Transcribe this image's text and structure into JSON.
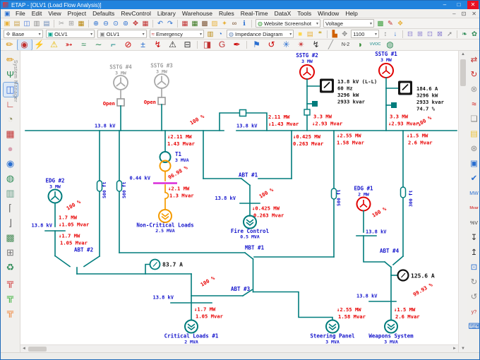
{
  "window": {
    "title": "ETAP  - [OLV1 (Load Flow Analysis)]",
    "controls": {
      "min": "–",
      "max": "□",
      "close": "✕"
    }
  },
  "menu": {
    "items": [
      {
        "m": "File"
      },
      {
        "m": "Edit"
      },
      {
        "m": "View"
      },
      {
        "m": "Project"
      },
      {
        "m": "Defaults"
      },
      {
        "m": "RevControl"
      },
      {
        "m": "Library"
      },
      {
        "m": "Warehouse"
      },
      {
        "m": "Rules"
      },
      {
        "m": "Real-Time"
      },
      {
        "m": "DataX"
      },
      {
        "m": "Tools"
      },
      {
        "m": "Window"
      },
      {
        "m": "Help"
      }
    ],
    "controls": {
      "min": "–",
      "max": "⊡",
      "close": "✕"
    }
  },
  "toolbar1": {
    "items": [
      {
        "g": "▣",
        "c": "#e8b23d",
        "n": "new"
      },
      {
        "g": "▤",
        "c": "#caa24a",
        "n": "open"
      },
      {
        "g": "◫",
        "c": "#3a6fd8",
        "n": "save"
      },
      {
        "g": "▥",
        "c": "#8a8a8a",
        "n": "print"
      },
      {
        "g": "▤",
        "c": "#6a8ab8",
        "n": "print-preview"
      },
      {
        "sep": true
      },
      {
        "g": "✂",
        "c": "#9a9a9a",
        "n": "cut"
      },
      {
        "g": "⊞",
        "c": "#9a9a9a",
        "n": "copy"
      },
      {
        "g": "▦",
        "c": "#b8860b",
        "n": "paste"
      },
      {
        "sep": true
      },
      {
        "g": "⊕",
        "c": "#2a6fd0",
        "n": "zoom-in"
      },
      {
        "g": "⊖",
        "c": "#2a6fd0",
        "n": "zoom-out"
      },
      {
        "g": "⊙",
        "c": "#2a6fd0",
        "n": "zoom-fit"
      },
      {
        "g": "⊚",
        "c": "#2a6fd0",
        "n": "zoom-window"
      },
      {
        "g": "✥",
        "c": "#c03030",
        "n": "pan"
      },
      {
        "g": "▦",
        "c": "#c03030",
        "n": "grid"
      },
      {
        "sep": true
      },
      {
        "g": "↶",
        "c": "#2a6fd0",
        "n": "undo"
      },
      {
        "g": "↷",
        "c": "#2a6fd0",
        "n": "redo"
      },
      {
        "sep": true
      },
      {
        "g": "▦",
        "c": "#c03030",
        "n": "datablock-red"
      },
      {
        "g": "▦",
        "c": "#38761d",
        "n": "datablock-green"
      },
      {
        "g": "▩",
        "c": "#7a5230",
        "n": "table-view"
      },
      {
        "g": "▨",
        "c": "#e8b23d",
        "n": "hybrid-view"
      },
      {
        "g": "✦",
        "c": "#e8b23d",
        "n": "key-unlock"
      },
      {
        "g": "∞",
        "c": "#7a5230",
        "n": "find-binoculars"
      },
      {
        "g": "ℹ",
        "c": "#2a6fd0",
        "n": "help-info"
      },
      {
        "sep": true
      },
      {
        "label": "Website Screenshot",
        "n": "theme-combo",
        "w": 92,
        "ic": "◍",
        "icc": "#3a9d3a"
      },
      {
        "label": "Voltage",
        "n": "display-mode-combo",
        "w": 72
      },
      {
        "g": "▩",
        "c": "#3a9d3a",
        "n": "color-theme"
      },
      {
        "g": "✎",
        "c": "#c03030",
        "n": "annotate-pencil"
      },
      {
        "g": "❖",
        "c": "#e8b23d",
        "n": "palette"
      }
    ]
  },
  "toolbar2": {
    "items": [
      {
        "label": "Base",
        "n": "revision-combo",
        "w": 56,
        "ic": "❖",
        "icc": "#888888"
      },
      {
        "label": "OLV1",
        "n": "presentation-combo",
        "w": 70,
        "ic": "▣",
        "icc": "#00a089"
      },
      {
        "label": "OLV1",
        "n": "view-combo",
        "w": 70,
        "ic": "▣",
        "icc": "#888888"
      },
      {
        "label": "Emergency",
        "n": "loading-category-combo",
        "w": 78,
        "ic": "≈",
        "icc": "#c03030"
      },
      {
        "g": "▥",
        "c": "#b8860b",
        "n": "paste-format"
      },
      {
        "g": "◔",
        "c": "#2a6fd0",
        "n": "refresh-view"
      },
      {
        "label": "Impedance Diagram",
        "n": "diagram-type-combo",
        "w": 96,
        "ic": "◍",
        "icc": "#6a8ab8"
      },
      {
        "g": "■",
        "c": "#ffd84d",
        "n": "highlight"
      },
      {
        "g": "▤",
        "c": "#e8b23d",
        "n": "folder-view"
      },
      {
        "g": "❝",
        "c": "#caa520",
        "n": "comment-bubble"
      },
      {
        "sep": true
      },
      {
        "g": "▙",
        "c": "#d06000",
        "n": "chart-tool"
      },
      {
        "g": "✥",
        "c": "#888888",
        "n": "pan-tool"
      },
      {
        "label": "1100",
        "n": "zoom-level-combo",
        "w": 40
      },
      {
        "g": "↕",
        "c": "#888888",
        "n": "fit-page"
      },
      {
        "g": "↓",
        "c": "#2a6fd0",
        "n": "scroll-down-tool"
      },
      {
        "sep": true
      },
      {
        "g": "⊟",
        "c": "#8a7fd0",
        "n": "align-top"
      },
      {
        "g": "⊞",
        "c": "#8a7fd0",
        "n": "align-mid"
      },
      {
        "g": "⊡",
        "c": "#8a7fd0",
        "n": "align-left"
      },
      {
        "g": "⊠",
        "c": "#8a7fd0",
        "n": "align-right"
      },
      {
        "g": "➚",
        "c": "#888888",
        "n": "pin-tool"
      },
      {
        "sep": true
      },
      {
        "g": "❧",
        "c": "#2e8b57",
        "n": "energy-saving"
      },
      {
        "g": "✿",
        "c": "#2e8b57",
        "n": "green-mode"
      }
    ]
  },
  "toolbar3": {
    "items": [
      {
        "g": "✏",
        "c": "#d98e00",
        "n": "edit-pencil"
      },
      {
        "g": "◉",
        "c": "#c03030",
        "n": "load-flow-mode",
        "sel": true
      },
      {
        "g": "⚡",
        "c": "#cc0000",
        "n": "short-circuit"
      },
      {
        "g": "⚠",
        "c": "#e8b800",
        "n": "arc-flash"
      },
      {
        "g": "➳",
        "c": "#cc0000",
        "n": "motor-acceleration"
      },
      {
        "g": "≈",
        "c": "#2e8b57",
        "n": "harmonics"
      },
      {
        "g": "∼",
        "c": "#2e8b57",
        "n": "transient-stability"
      },
      {
        "g": "⌐",
        "c": "#008080",
        "n": "star-protection"
      },
      {
        "g": "⊘",
        "c": "#cc0000",
        "n": "device-coordination"
      },
      {
        "g": "±",
        "c": "#2a6fd0",
        "n": "optimal-power-flow"
      },
      {
        "g": "↯",
        "c": "#cc0000",
        "n": "unbalanced-load-flow"
      },
      {
        "g": "⚠",
        "c": "#222222",
        "n": "dc-arc-flash"
      },
      {
        "g": "⊟",
        "c": "#333333",
        "n": "battery-sizing"
      },
      {
        "sep": true
      },
      {
        "g": "◨",
        "c": "#c03030",
        "n": "panel-systems"
      },
      {
        "g": "G",
        "c": "#c03030",
        "n": "gap-analysis"
      },
      {
        "g": "✒",
        "c": "#cc0000",
        "n": "rule-book"
      },
      {
        "sep": true
      },
      {
        "g": "⚑",
        "c": "#2a6fd0",
        "n": "flag-study"
      },
      {
        "g": "↺",
        "c": "#cc0000",
        "n": "switching-sequence"
      },
      {
        "g": "✳",
        "c": "#2a6fd0",
        "n": "star-view"
      },
      {
        "g": "✴",
        "c": "#cc4444",
        "n": "star-auto"
      },
      {
        "g": "↯",
        "c": "#333333",
        "n": "impedance-z"
      },
      {
        "g": "╱",
        "c": "#999999",
        "n": "slash-tool"
      },
      {
        "g": "N-2",
        "fs": 7,
        "c": "#333333",
        "n": "n-minus-2"
      },
      {
        "g": "◗",
        "c": "#3a8d3a",
        "n": "validate"
      },
      {
        "g": "VVOC",
        "fs": 5.5,
        "c": "#008080",
        "n": "vvoc"
      },
      {
        "g": "◍",
        "c": "#2e8b57",
        "n": "globe-analysis"
      }
    ]
  },
  "left_strip": {
    "label": "System Manager",
    "si": "SI",
    "items": [
      {
        "g": "✏",
        "c": "#d98e00",
        "n": "edit-mode"
      },
      {
        "g": "Ψ",
        "c": "#2e8b57",
        "n": "project-tree"
      },
      {
        "g": "◫",
        "c": "#3a6fd8",
        "n": "one-line-view",
        "sel": true
      },
      {
        "g": "∟",
        "c": "#c03030",
        "n": "cable-raceway"
      },
      {
        "g": "◔",
        "c": "#8a8a5a",
        "n": "ground-grid"
      },
      {
        "g": "▦",
        "c": "#c03030",
        "n": "datablock-grid"
      },
      {
        "g": "●",
        "c": "#d8a0b0",
        "n": "dashboard"
      },
      {
        "g": "◉",
        "c": "#2a6fd0",
        "n": "geo-sphere"
      },
      {
        "g": "◍",
        "c": "#2e8b57",
        "n": "globe-map"
      },
      {
        "g": "▥",
        "c": "#6aa08a",
        "n": "layer-stack"
      },
      {
        "g": "⌈",
        "c": "#666666",
        "n": "cable-pull-1"
      },
      {
        "g": "⌋",
        "c": "#666666",
        "n": "cable-pull-2"
      },
      {
        "g": "▩",
        "c": "#4a8d5a",
        "n": "gis-map"
      },
      {
        "g": "⊞",
        "c": "#777777",
        "n": "control-panel"
      },
      {
        "g": "♻",
        "c": "#2e8b57",
        "n": "recycle-bin"
      },
      {
        "g": "╦",
        "c": "#cc2222",
        "n": "tree-red"
      },
      {
        "g": "╦",
        "c": "#22aa22",
        "n": "tree-green"
      },
      {
        "g": "╦",
        "c": "#ee7722",
        "n": "tree-orange"
      }
    ]
  },
  "right_strip": {
    "items": [
      {
        "g": "⇄",
        "c": "#c03030",
        "n": "pv-exchange"
      },
      {
        "g": "↻",
        "c": "#cc2222",
        "n": "rotate-refresh"
      },
      {
        "g": "⊗",
        "c": "#999999",
        "n": "remove"
      },
      {
        "g": "≈",
        "c": "#cc0000",
        "n": "waveform"
      },
      {
        "g": "❏",
        "c": "#888888",
        "n": "report-doc"
      },
      {
        "g": "▤",
        "c": "#e8c23d",
        "n": "folder-query"
      },
      {
        "g": "⊛",
        "c": "#888888",
        "n": "settings-doc"
      },
      {
        "g": "▣",
        "c": "#2a6fd0",
        "n": "monitor"
      },
      {
        "g": "✔",
        "c": "#2a6fd0",
        "n": "update-check"
      },
      {
        "g": "MW",
        "fs": 7,
        "c": "#2a6fd0",
        "n": "mw-display"
      },
      {
        "g": "Mvar",
        "fs": 5.5,
        "c": "#cc0000",
        "n": "mvar-display"
      },
      {
        "g": "%V",
        "fs": 7,
        "c": "#333333",
        "n": "voltage-percent"
      },
      {
        "g": "↧",
        "c": "#333333",
        "n": "pin-marker"
      },
      {
        "g": "↥",
        "c": "#333333",
        "n": "pin-marker-2"
      },
      {
        "g": "⊡",
        "c": "#2a6fd0",
        "n": "battery-pack"
      },
      {
        "g": "↻",
        "c": "#888888",
        "n": "cycle-1"
      },
      {
        "g": "↺",
        "c": "#888888",
        "n": "cycle-2"
      },
      {
        "g": "y?",
        "fs": 7,
        "c": "#c03030",
        "n": "variable-query"
      },
      {
        "g": "⌨",
        "c": "#2a6fd0",
        "n": "keypad"
      }
    ]
  },
  "oneline": {
    "gen_sstg4": {
      "name": "SSTG #4",
      "mw": "3 MW"
    },
    "gen_sstg3": {
      "name": "SSTG #3",
      "mw": "3 MW"
    },
    "gen_sstg2": {
      "name": "SSTG #2",
      "mw": "3 MW"
    },
    "gen_sstg1": {
      "name": "SSTG #1",
      "mw": "3 MW"
    },
    "gen_edg2": {
      "name": "EDG #2",
      "mw": "3 MW"
    },
    "gen_edg1": {
      "name": "EDG #1",
      "mw": "2 MW"
    },
    "open1": "Open",
    "open2": "Open",
    "meter1": [
      "13.8 kV (L-L)",
      "60 Hz",
      "3296 kW",
      "2933 kvar"
    ],
    "meter2": [
      "184.6 A",
      "3296 kW",
      "2933 kvar",
      "74.7 %"
    ],
    "am1": "83.7 A",
    "am2": "125.6 A",
    "t1": {
      "name": "T1",
      "mva": "3 MVA"
    },
    "load_ncl": {
      "name": "Non-Critical Loads",
      "mva": "2.5 MVA"
    },
    "load_fire": {
      "name": "Fire Control",
      "mva": "0.5 MVA"
    },
    "load_crit": {
      "name": "Critical Loads #1",
      "mva": "2 MVA"
    },
    "load_steer": {
      "name": "Steering Panel",
      "mva": "3 MVA"
    },
    "load_weap": {
      "name": "Weapons System",
      "mva": "3 MVA"
    },
    "sw_abt1": "ABT #1",
    "sw_abt2": "ABT #2",
    "sw_abt3": "ABT #3",
    "sw_abt4": "ABT #4",
    "sw_mbt1": "MBT #1",
    "kv": {
      "busA": "13.8 kV",
      "busB": "13.8 kV",
      "ncl": "0.44 kV",
      "fire": "13.8 kV",
      "edg2": "13.8 kV",
      "crit": "13.8 kV",
      "edg1": "13.8 kV",
      "weap": "13.8 kV"
    },
    "pct": {
      "busA": "100 %",
      "busB": "100 %",
      "edg2": "100 %",
      "edg1": "100 %",
      "fire": "100 %",
      "crit": "100 %",
      "t1": "96.98 %",
      "weap": "99.93 %"
    },
    "cable": {
      "c1": "500 ft",
      "c2": "500 ft",
      "c3": "500 ft",
      "c4": "300 ft"
    },
    "flow": {
      "t1_top": [
        "↓2.11 MW",
        "1.43 Mvar"
      ],
      "t1_mid": [
        "↓2.1 MW",
        "1.3 Mvar"
      ],
      "bridge": [
        "2.11 MW",
        "↓1.43 Mvar"
      ],
      "sstg2": [
        "3.3 MW",
        "↓2.93 Mvar"
      ],
      "sstg1": [
        "3.3 MW",
        "↓2.93 Mvar"
      ],
      "abt1_top": [
        "↓0.425 MW",
        "0.263 Mvar"
      ],
      "fire": [
        "↓0.425 MW",
        "0.263 Mvar"
      ],
      "steer_top": [
        "↓2.55 MW",
        "1.58 Mvar"
      ],
      "steer": [
        "↓2.55 MW",
        "1.58 Mvar"
      ],
      "weap_top": [
        "↓1.5 MW",
        "2.6 Mvar"
      ],
      "weap": [
        "↓1.5 MW",
        "2.6 Mvar"
      ],
      "edg2_a": [
        "1.7 MW",
        "↓1.05 Mvar"
      ],
      "edg2_b": [
        "↓1.7 MW",
        "1.05 Mvar"
      ],
      "crit": [
        "↓1.7 MW",
        "1.05 Mvar"
      ]
    }
  }
}
